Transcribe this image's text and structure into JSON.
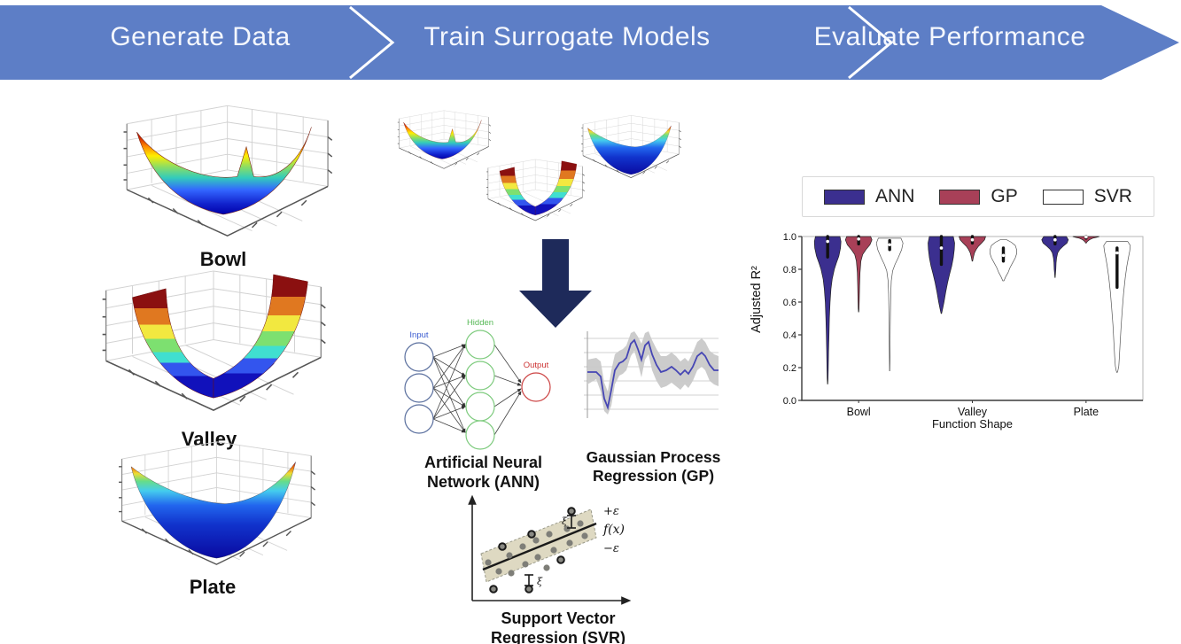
{
  "banner": {
    "color": "#5d7ec6",
    "steps": [
      {
        "label": "Generate Data"
      },
      {
        "label": "Train Surrogate Models"
      },
      {
        "label": "Evaluate Performance"
      }
    ]
  },
  "generate_data": {
    "figures": [
      {
        "caption": "Bowl"
      },
      {
        "caption": "Valley"
      },
      {
        "caption": "Plate"
      }
    ]
  },
  "train_models": {
    "ann": {
      "label_input": "Input",
      "label_hidden": "Hidden",
      "label_output": "Output",
      "caption_line1": "Artificial Neural",
      "caption_line2": "Network (ANN)"
    },
    "gp": {
      "caption_line1": "Gaussian Process",
      "caption_line2": "Regression (GP)"
    },
    "svr": {
      "caption_line1": "Support Vector",
      "caption_line2": "Regression (SVR)",
      "label_plus_eps": "+ε",
      "label_fx": "f(x)",
      "label_minus_eps": "−ε",
      "label_xi_top": "ξ",
      "label_xi_bottom": "ξ"
    }
  },
  "chart_data": {
    "type": "violin",
    "title": "",
    "xlabel": "Function Shape",
    "ylabel": "Adjusted R²",
    "ylim": [
      0.0,
      1.0
    ],
    "yticks": [
      0.0,
      0.2,
      0.4,
      0.6,
      0.8,
      1.0
    ],
    "categories": [
      "Bowl",
      "Valley",
      "Plate"
    ],
    "legend_position": "top",
    "grid": false,
    "legend": [
      {
        "name": "ANN",
        "color": "#3b2f8f"
      },
      {
        "name": "GP",
        "color": "#a84058"
      },
      {
        "name": "SVR",
        "color": "#ffffff"
      }
    ],
    "violins": [
      {
        "group": "Bowl",
        "series": "ANN",
        "profile": [
          [
            1.0,
            0.92
          ],
          [
            0.97,
            1.0
          ],
          [
            0.93,
            0.97
          ],
          [
            0.88,
            0.84
          ],
          [
            0.84,
            0.66
          ],
          [
            0.8,
            0.5
          ],
          [
            0.74,
            0.34
          ],
          [
            0.68,
            0.25
          ],
          [
            0.6,
            0.18
          ],
          [
            0.5,
            0.13
          ],
          [
            0.4,
            0.1
          ],
          [
            0.3,
            0.07
          ],
          [
            0.2,
            0.05
          ],
          [
            0.13,
            0.03
          ],
          [
            0.1,
            0.01
          ]
        ],
        "box": [
          0.875,
          1.0
        ],
        "median": 0.97
      },
      {
        "group": "Bowl",
        "series": "GP",
        "profile": [
          [
            1.0,
            0.9
          ],
          [
            0.98,
            1.0
          ],
          [
            0.95,
            0.85
          ],
          [
            0.92,
            0.55
          ],
          [
            0.89,
            0.3
          ],
          [
            0.85,
            0.17
          ],
          [
            0.78,
            0.1
          ],
          [
            0.7,
            0.07
          ],
          [
            0.62,
            0.05
          ],
          [
            0.56,
            0.03
          ],
          [
            0.54,
            0.01
          ]
        ],
        "box": [
          0.955,
          1.0
        ],
        "median": 0.985
      },
      {
        "group": "Bowl",
        "series": "SVR",
        "profile": [
          [
            0.99,
            0.85
          ],
          [
            0.96,
            1.0
          ],
          [
            0.92,
            0.9
          ],
          [
            0.87,
            0.64
          ],
          [
            0.83,
            0.4
          ],
          [
            0.79,
            0.22
          ],
          [
            0.73,
            0.12
          ],
          [
            0.65,
            0.08
          ],
          [
            0.55,
            0.06
          ],
          [
            0.45,
            0.04
          ],
          [
            0.33,
            0.03
          ],
          [
            0.24,
            0.02
          ],
          [
            0.18,
            0.01
          ]
        ],
        "box": [
          0.92,
          0.975
        ],
        "median": 0.95
      },
      {
        "group": "Valley",
        "series": "ANN",
        "profile": [
          [
            1.0,
            0.9
          ],
          [
            0.96,
            1.0
          ],
          [
            0.92,
            0.97
          ],
          [
            0.87,
            0.9
          ],
          [
            0.82,
            0.78
          ],
          [
            0.77,
            0.62
          ],
          [
            0.72,
            0.47
          ],
          [
            0.66,
            0.33
          ],
          [
            0.6,
            0.2
          ],
          [
            0.56,
            0.1
          ],
          [
            0.53,
            0.02
          ]
        ],
        "box": [
          0.83,
          1.0
        ],
        "median": 0.93
      },
      {
        "group": "Valley",
        "series": "GP",
        "profile": [
          [
            1.0,
            1.0
          ],
          [
            0.98,
            0.92
          ],
          [
            0.96,
            0.7
          ],
          [
            0.94,
            0.45
          ],
          [
            0.92,
            0.28
          ],
          [
            0.9,
            0.16
          ],
          [
            0.875,
            0.08
          ],
          [
            0.85,
            0.02
          ]
        ],
        "box": [
          0.96,
          1.0
        ],
        "median": 0.98
      },
      {
        "group": "Valley",
        "series": "SVR",
        "profile": [
          [
            0.98,
            0.25
          ],
          [
            0.965,
            0.6
          ],
          [
            0.945,
            0.9
          ],
          [
            0.92,
            1.0
          ],
          [
            0.895,
            1.0
          ],
          [
            0.87,
            0.9
          ],
          [
            0.84,
            0.7
          ],
          [
            0.81,
            0.5
          ],
          [
            0.78,
            0.35
          ],
          [
            0.755,
            0.18
          ],
          [
            0.73,
            0.04
          ]
        ],
        "box": [
          0.85,
          0.93
        ],
        "median": 0.885
      },
      {
        "group": "Plate",
        "series": "ANN",
        "profile": [
          [
            1.0,
            0.85
          ],
          [
            0.98,
            1.0
          ],
          [
            0.96,
            0.9
          ],
          [
            0.94,
            0.6
          ],
          [
            0.92,
            0.35
          ],
          [
            0.9,
            0.2
          ],
          [
            0.87,
            0.12
          ],
          [
            0.84,
            0.08
          ],
          [
            0.8,
            0.06
          ],
          [
            0.77,
            0.03
          ],
          [
            0.75,
            0.01
          ]
        ],
        "box": [
          0.955,
          1.0
        ],
        "median": 0.98
      },
      {
        "group": "Plate",
        "series": "GP",
        "profile": [
          [
            1.0,
            1.0
          ],
          [
            0.995,
            0.8
          ],
          [
            0.99,
            0.5
          ],
          [
            0.98,
            0.25
          ],
          [
            0.97,
            0.1
          ],
          [
            0.96,
            0.02
          ]
        ],
        "box": [
          0.99,
          1.0
        ],
        "median": 0.998
      },
      {
        "group": "Plate",
        "series": "SVR",
        "profile": [
          [
            0.97,
            0.8
          ],
          [
            0.945,
            1.0
          ],
          [
            0.91,
            0.95
          ],
          [
            0.87,
            0.85
          ],
          [
            0.82,
            0.74
          ],
          [
            0.75,
            0.62
          ],
          [
            0.66,
            0.5
          ],
          [
            0.56,
            0.4
          ],
          [
            0.46,
            0.31
          ],
          [
            0.36,
            0.24
          ],
          [
            0.27,
            0.18
          ],
          [
            0.21,
            0.13
          ],
          [
            0.18,
            0.06
          ],
          [
            0.17,
            0.01
          ]
        ],
        "box": [
          0.69,
          0.93
        ],
        "median": 0.9
      }
    ]
  }
}
